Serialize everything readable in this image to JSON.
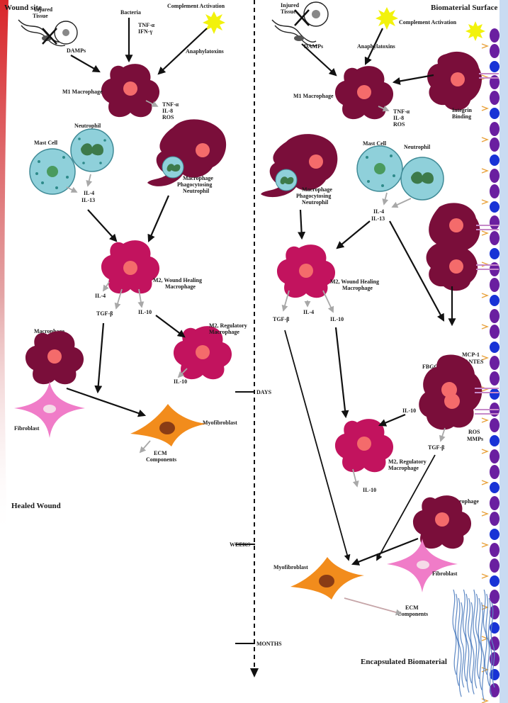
{
  "headings": {
    "wound_site": "Wound site",
    "biomaterial_surface": "Biomaterial Surface",
    "healed_wound": "Healed Wound",
    "encapsulated_biomaterial": "Encapsulated Biomaterial"
  },
  "timeline": {
    "days": "DAYS",
    "weeks": "WEEKS",
    "months": "MONTHS"
  },
  "left": {
    "injured_tissue": "Injured Tissue",
    "damps": "DAMPs",
    "bacteria": "Bacteria",
    "tnf_alpha": "TNF-α",
    "ifn_gamma": "IFN-γ",
    "complement_activation": "Complement Activation",
    "anaphylatoxins": "Anaphylatoxins",
    "m1_macrophage": "M1 Macrophage",
    "m1_out_tnf": "TNF-α",
    "m1_out_il8": "IL-8",
    "m1_out_ros": "ROS",
    "mast_cell": "Mast Cell",
    "neutrophil": "Neutrophil",
    "il4": "IL-4",
    "il13": "IL-13",
    "mac_phago_1": "Macrophage",
    "mac_phago_2": "Phagocytosing",
    "mac_phago_3": "Neutrophil",
    "m2_wh_1": "M2, Wound Healing",
    "m2_wh_2": "Macrophage",
    "m2_il4": "IL-4",
    "tgf_beta": "TGF-β",
    "il10": "IL-10",
    "m2_reg_1": "M2, Regulatory",
    "m2_reg_2": "Macrophage",
    "reg_il10": "IL-10",
    "macrophage": "Macrophage",
    "fibroblast": "Fibroblast",
    "myofibroblast": "Myofibroblast",
    "ecm_1": "ECM",
    "ecm_2": "Components"
  },
  "right": {
    "injured_tissue": "Injured Tissue",
    "complement_activation": "Complement Activation",
    "damps": "DAMPs",
    "anaphylatoxins": "Anaphylatoxins",
    "m1_macrophage": "M1 Macrophage",
    "m1_out_tnf": "TNF-α",
    "m1_out_il8": "IL-8",
    "m1_out_ros": "ROS",
    "integrin_1": "Integrin",
    "integrin_2": "Binding",
    "mast_cell": "Mast Cell",
    "neutrophil": "Neutrophil",
    "mac_phago_1": "Macrophage",
    "mac_phago_2": "Phagocytosing",
    "mac_phago_3": "Neutrophil",
    "il4": "IL-4",
    "il13": "IL-13",
    "m2_wh_1": "M2, Wound Healing",
    "m2_wh_2": "Macrophage",
    "tgf_beta": "TGF-β",
    "m2_il4": "IL-4",
    "il10": "IL-10",
    "mcp1": "MCP-1",
    "rantes": "RANTES",
    "fbgc": "FBGC",
    "fbgc_il10": "IL-10",
    "ros": "ROS",
    "mmps": "MMPs",
    "fbgc_tgf": "TGF-β",
    "m2_reg_1": "M2, Regulatory",
    "m2_reg_2": "Macrophage",
    "reg_il10": "IL-10",
    "macrophage": "Macrophage",
    "fibroblast": "Fibroblast",
    "myofibroblast": "Myofibroblast",
    "ecm_1": "ECM",
    "ecm_2": "Components"
  },
  "colors": {
    "m1_macrophage": "#7a0e3a",
    "m2_macrophage": "#c2135e",
    "mast_cell": "#8fd0da",
    "myofibroblast": "#f28c1c",
    "fibroblast": "#f07cc8",
    "complement": "#f2f20c",
    "biomaterial_bead_purple": "#6a1fa0",
    "biomaterial_bead_blue": "#1833d6",
    "integrin": "#e8a23c",
    "collagen": "#5d88c4"
  }
}
